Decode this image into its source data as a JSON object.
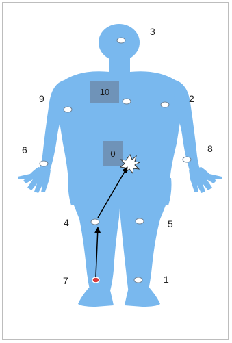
{
  "figure": {
    "body_color": "#79b8ee",
    "label_box_color": "#6f93b8",
    "arrow_color": "#000000",
    "target_color": "#ffffff",
    "start_point_color": "#d93b3b",
    "point_labels": {
      "p1": "1",
      "p2": "2",
      "p3": "3",
      "p4": "4",
      "p5": "5",
      "p6": "6",
      "p7": "7",
      "p8": "8",
      "p9": "9"
    },
    "box_labels": {
      "chest": "10",
      "abdomen": "0"
    }
  }
}
